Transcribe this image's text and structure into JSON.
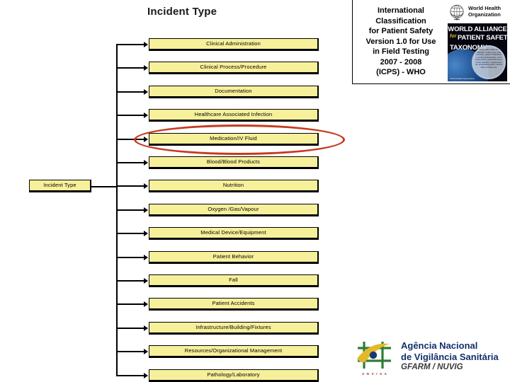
{
  "diagram": {
    "title": "Incident Type",
    "root_node": "Incident Type",
    "highlighted_node": "Medication/IV Fluid",
    "highlight_color": "#c63a1c",
    "node_fill_color": "#f7f09a",
    "nodes": [
      "Clinical Administration",
      "Clinical Process/Procedure",
      "Documentation",
      "Healthcare Associated Infection",
      "Medication/IV Fluid",
      "Blood/Blood Products",
      "Nutrition",
      "Oxygen /Gas/Vapour",
      "Medical Device/Equipment",
      "Patient Behavior",
      "Fall",
      "Patient Accidents",
      "Infrastructure/Building/Fixtures",
      "Resources/Organizational Management",
      "Pathology/Laboratory"
    ]
  },
  "header": {
    "title_lines": [
      "International",
      "Classification",
      "for Patient Safety",
      "Version 1.0 for Use",
      "in Field Testing",
      "2007 - 2008",
      "(ICPS) - WHO"
    ],
    "who_wordmark": "World Health\nOrganization",
    "poster": {
      "line1": "WORLD ALLIANCE",
      "for_word": "for",
      "line2": "PATIENT SAFETY",
      "line3": "TAXONOMY",
      "who_credit": "World Health Organization",
      "magnifier_text": "taxonomy, patient safety terms classification: incident type, patient outcomes, patient characteristics, incident characteristics, contributing factors, organizational outcomes, detection, mitigating factors, ameliorating actions, actions taken to reduce risk"
    }
  },
  "footer": {
    "agency_line1": "Agência Nacional",
    "agency_line2": "de Vigilância Sanitária",
    "agency_sub": "GFARM / NUVIG",
    "logo_wordmark": "A N V I S A"
  }
}
